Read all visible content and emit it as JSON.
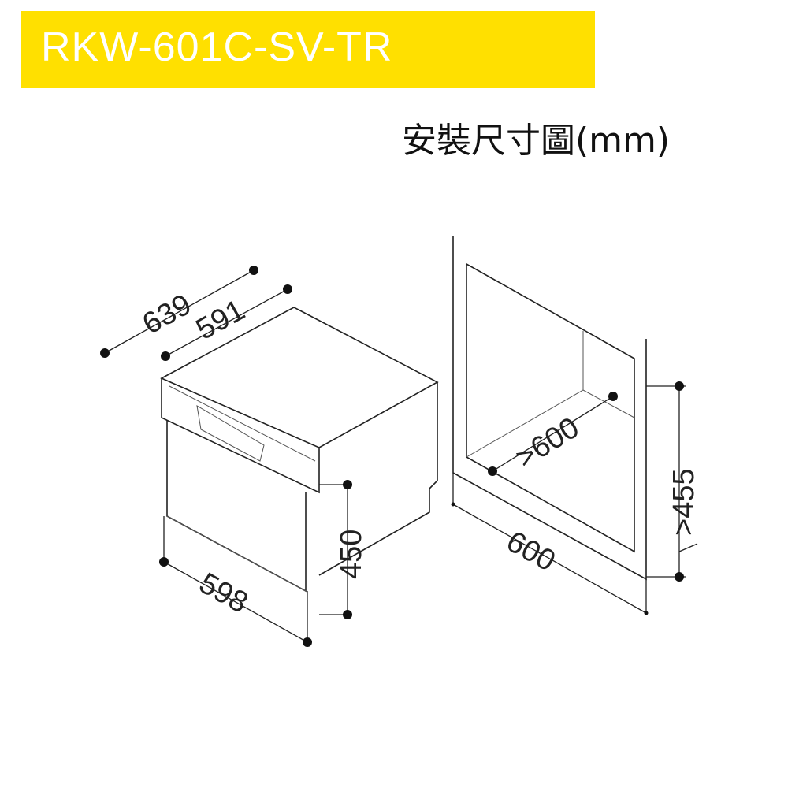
{
  "header": {
    "model": "RKW-601C-SV-TR",
    "subtitle": "安裝尺寸圖(mm)",
    "banner_color": "#FFE000"
  },
  "dimensions": {
    "depth_total": "639",
    "depth_body": "591",
    "width": "598",
    "height": "450",
    "cabinet_width": "600",
    "cabinet_depth_min": ">600",
    "cabinet_height_min": ">455"
  }
}
